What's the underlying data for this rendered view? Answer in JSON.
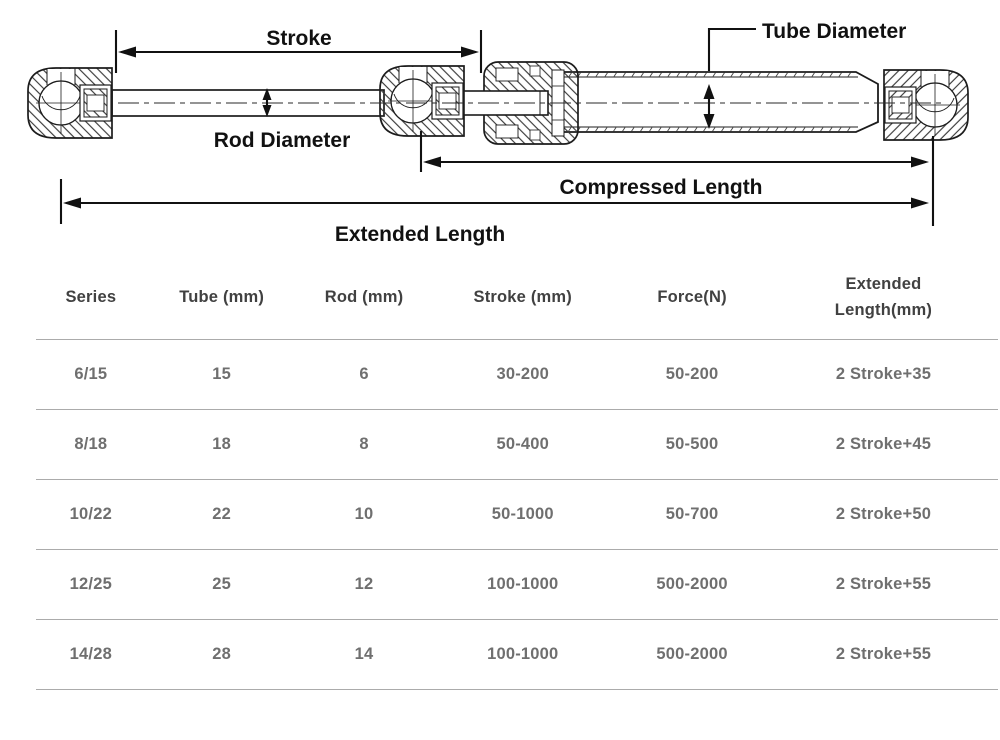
{
  "diagram": {
    "labels": {
      "stroke": "Stroke",
      "tube_diameter": "Tube Diameter",
      "rod_diameter": "Rod Diameter",
      "compressed_length": "Compressed Length",
      "extended_length": "Extended Length"
    },
    "line_color": "#1a1a1a"
  },
  "table": {
    "headers": [
      "Series",
      "Tube (mm)",
      "Rod (mm)",
      "Stroke (mm)",
      "Force(N)",
      "Extended Length(mm)"
    ],
    "rows": [
      [
        "6/15",
        "15",
        "6",
        "30-200",
        "50-200",
        "2 Stroke+35"
      ],
      [
        "8/18",
        "18",
        "8",
        "50-400",
        "50-500",
        "2 Stroke+45"
      ],
      [
        "10/22",
        "22",
        "10",
        "50-1000",
        "50-700",
        "2 Stroke+50"
      ],
      [
        "12/25",
        "25",
        "12",
        "100-1000",
        "500-2000",
        "2 Stroke+55"
      ],
      [
        "14/28",
        "28",
        "14",
        "100-1000",
        "500-2000",
        "2 Stroke+55"
      ]
    ]
  },
  "colors": {
    "background": "#ffffff",
    "drawing_lines": "#1c1c1c",
    "table_header_text": "#414141",
    "table_cell_text": "#6f6f6f",
    "table_divider": "#ababab"
  }
}
